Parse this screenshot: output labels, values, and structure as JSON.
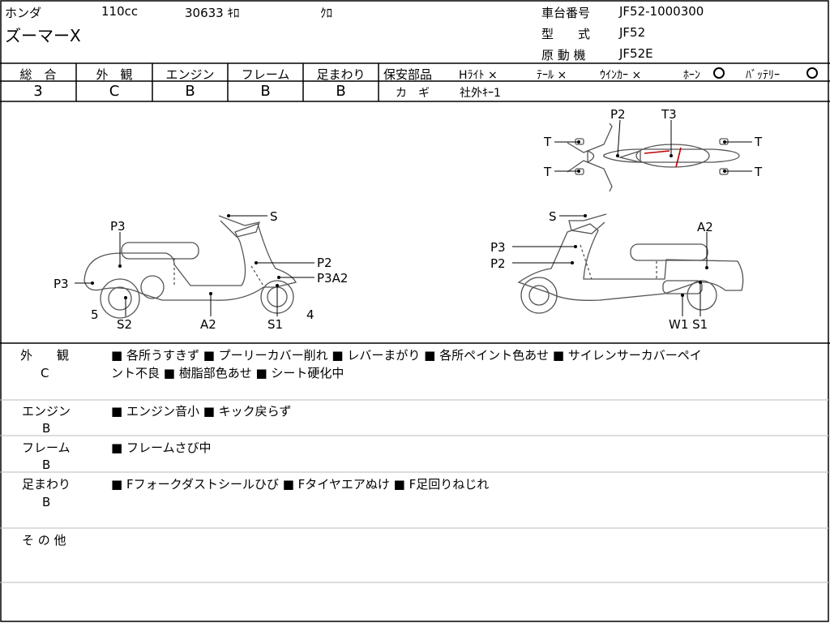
{
  "header": {
    "maker": "ホンダ",
    "displacement": "110cc",
    "mileage": "30633 ｷﾛ",
    "color": "ｸﾛ",
    "model_name": "ズーマーX",
    "frame_no_label": "車台番号",
    "frame_no": "JF52-1000300",
    "type_label": "型　　式",
    "type": "JF52",
    "engine_label": "原 動 機",
    "engine": "JF52E"
  },
  "scores": [
    {
      "label": "総　合",
      "value": "3"
    },
    {
      "label": "外　観",
      "value": "C"
    },
    {
      "label": "エンジン",
      "value": "B"
    },
    {
      "label": "フレーム",
      "value": "B"
    },
    {
      "label": "足まわり",
      "value": "B"
    }
  ],
  "safety": {
    "label": "保安部品",
    "headlight": "Hﾗｲﾄ ×",
    "tail": "ﾃｰﾙ ×",
    "winker": "ｳｲﾝｶｰ ×",
    "horn": "ﾎｰﾝ",
    "battery": "ﾊﾞｯﾃﾘｰ",
    "key_label": "カ　ギ",
    "key_value": "社外ｷｰ1"
  },
  "diagram": {
    "top": {
      "p2": "P2",
      "t3": "T3",
      "t_tl": "T",
      "t_tr": "T",
      "t_bl": "T",
      "t_br": "T"
    },
    "left": {
      "s": "S",
      "p3_top": "P3",
      "p2": "P2",
      "p3a2": "P3A2",
      "p3_left": "P3",
      "n5": "5",
      "s2": "S2",
      "a2": "A2",
      "s1": "S1",
      "n4": "4"
    },
    "right": {
      "s": "S",
      "a2": "A2",
      "p3": "P3",
      "p2": "P2",
      "w1s1": "W1 S1"
    }
  },
  "notes": [
    {
      "category": "外　　観",
      "grade": "C",
      "text": "■ 各所うすきず ■ プーリーカバー削れ ■ レバーまがり ■ 各所ペイント色あせ ■ サイレンサーカバーペイ",
      "text2": "ント不良 ■ 樹脂部色あせ ■ シート硬化中"
    },
    {
      "category": "エンジン",
      "grade": "B",
      "text": "■ エンジン音小 ■ キック戻らず",
      "text2": ""
    },
    {
      "category": "フレーム",
      "grade": "B",
      "text": "■ フレームさび中",
      "text2": ""
    },
    {
      "category": "足まわり",
      "grade": "B",
      "text": "■ Fフォークダストシールひび ■ Fタイヤエアぬけ ■ F足回りねじれ",
      "text2": ""
    },
    {
      "category": "そ の 他",
      "grade": "",
      "text": "",
      "text2": ""
    }
  ]
}
